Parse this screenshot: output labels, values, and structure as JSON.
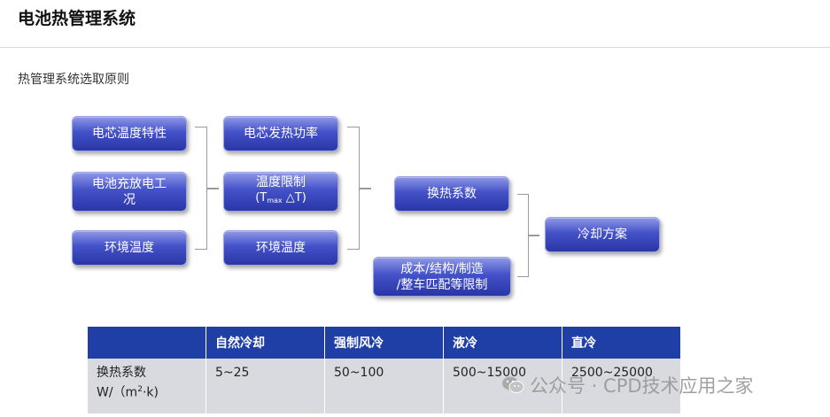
{
  "header": {
    "title": "电池热管理系统",
    "subtitle": "热管理系统选取原则"
  },
  "diagram": {
    "col1": [
      "电芯温度特性",
      "电池充放电工\n况",
      "环境温度"
    ],
    "col2": {
      "item1": "电芯发热功率",
      "item2_line1": "温度限制",
      "item2_line2_open": "(T",
      "item2_sub": "max",
      "item2_line2_close": " △T)",
      "item3": "环境温度"
    },
    "col3": {
      "heat_coef": "换热系数",
      "cost_line1": "成本/结构/制造",
      "cost_line2": "/整车匹配等限制"
    },
    "col4": "冷却方案"
  },
  "table": {
    "headers": [
      "",
      "自然冷却",
      "强制风冷",
      "液冷",
      "直冷"
    ],
    "row_label_line1": "换热系数",
    "row_label_line2_prefix": "W/（m",
    "row_label_sup": "2",
    "row_label_line2_suffix": "·k)",
    "values": [
      "5~25",
      "50~100",
      "500~15000",
      "2500~25000"
    ]
  },
  "watermark": {
    "text": "公众号 · CPD技术应用之家",
    "icon": "wechat-icon"
  }
}
